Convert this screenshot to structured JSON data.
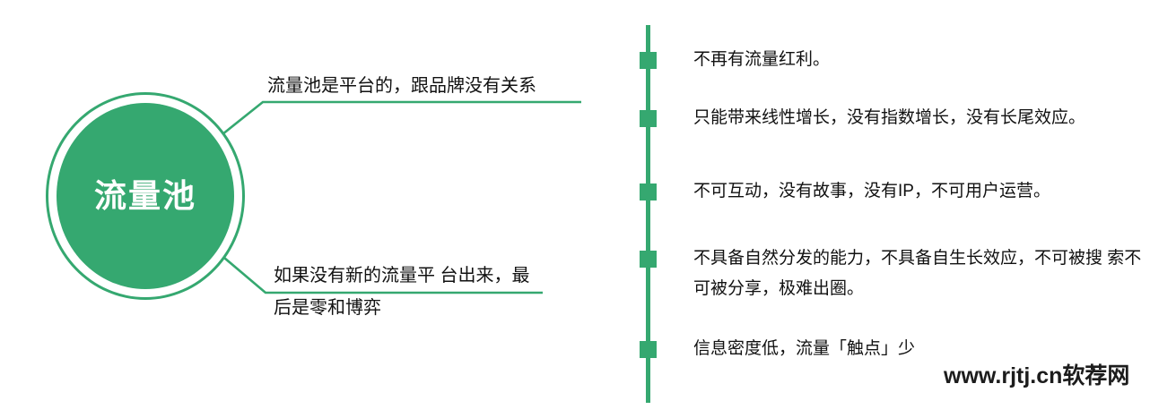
{
  "diagram": {
    "type": "mind-map",
    "accent_color": "#35a870",
    "background_color": "#ffffff",
    "text_color": "#111111",
    "central_node": {
      "label": "流量池",
      "shape": "double-ring-circle"
    },
    "branches": [
      {
        "id": "branch-top",
        "label": "流量池是平台的，跟品牌没有关系",
        "lines": [
          "流量池是平台的，跟品牌没有关系"
        ]
      },
      {
        "id": "branch-bottom",
        "label": "如果没有新的流量平 台出来，最后是零和博弈",
        "lines": [
          "如果没有新的流量平 台出来，最",
          "后是零和博弈"
        ]
      }
    ],
    "timeline": {
      "marker_shape": "square",
      "items": [
        {
          "text": "不再有流量红利。"
        },
        {
          "text": "只能带来线性增长，没有指数增长，没有长尾效应。"
        },
        {
          "text": "不可互动，没有故事，没有IP，不可用户运营。"
        },
        {
          "text": "不具备自然分发的能力，不具备自生长效应，不可被搜 索不可被分享，极难出圈。"
        },
        {
          "text": "信息密度低，流量「触点」少"
        }
      ]
    },
    "watermark": {
      "text": "www.rjtj.cn软荐网"
    }
  }
}
